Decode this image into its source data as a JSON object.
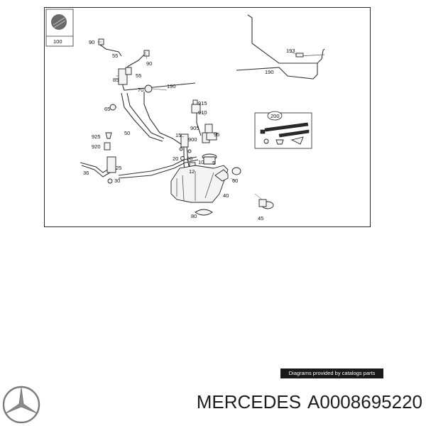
{
  "diagram": {
    "callouts": [
      {
        "id": "c100",
        "text": "100"
      },
      {
        "id": "c90a",
        "text": "90"
      },
      {
        "id": "c55a",
        "text": "55"
      },
      {
        "id": "c90b",
        "text": "90"
      },
      {
        "id": "c55b",
        "text": "55"
      },
      {
        "id": "c85",
        "text": "85"
      },
      {
        "id": "c70",
        "text": "70"
      },
      {
        "id": "c190a",
        "text": "190"
      },
      {
        "id": "c193",
        "text": "193"
      },
      {
        "id": "c190b",
        "text": "190"
      },
      {
        "id": "c65",
        "text": "65"
      },
      {
        "id": "c50",
        "text": "50"
      },
      {
        "id": "c915",
        "text": "915"
      },
      {
        "id": "c910",
        "text": "910"
      },
      {
        "id": "c200",
        "text": "200"
      },
      {
        "id": "c925",
        "text": "925"
      },
      {
        "id": "c920",
        "text": "920"
      },
      {
        "id": "c905",
        "text": "905"
      },
      {
        "id": "c15",
        "text": "15"
      },
      {
        "id": "c900",
        "text": "900"
      },
      {
        "id": "c95",
        "text": "95"
      },
      {
        "id": "c20a",
        "text": "20"
      },
      {
        "id": "c20b",
        "text": "20"
      },
      {
        "id": "c10",
        "text": "10"
      },
      {
        "id": "c5",
        "text": "5"
      },
      {
        "id": "c12",
        "text": "12"
      },
      {
        "id": "c25",
        "text": "25"
      },
      {
        "id": "c36",
        "text": "36"
      },
      {
        "id": "c30",
        "text": "30"
      },
      {
        "id": "c60",
        "text": "60"
      },
      {
        "id": "c40",
        "text": "40"
      },
      {
        "id": "c80",
        "text": "80"
      },
      {
        "id": "c45",
        "text": "45"
      }
    ]
  },
  "credit": "Diagrams provided by catalogs parts",
  "caption": {
    "brand": "MERCEDES",
    "part_number": "A0008695220"
  },
  "logo": {
    "icon": "mercedes-star-icon",
    "color": "#7a7a7a"
  }
}
